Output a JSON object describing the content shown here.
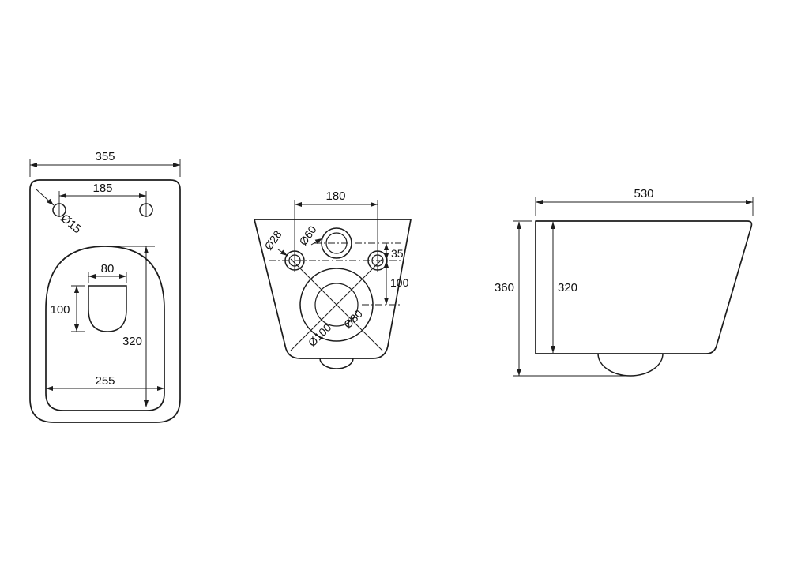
{
  "drawing": {
    "colors": {
      "background": "#ffffff",
      "line": "#1c1c1c",
      "text": "#111111"
    },
    "top_view": {
      "label_overall_width": "355",
      "label_hole_spacing": "185",
      "label_hole_diameter": "Ø15",
      "label_spot_width": "80",
      "label_spot_depth": "100",
      "label_bowl_length": "320",
      "label_bowl_width": "255"
    },
    "rear_view": {
      "label_fixing_span": "180",
      "label_left_inlet_diameter": "Ø28",
      "label_top_inlet_diameter": "Ø60",
      "label_offset_top": "35",
      "label_offset_mid": "100",
      "label_outlet_inner_diameter": "Ø80",
      "label_outlet_outer_diameter": "Ø100"
    },
    "side_view": {
      "label_overall_depth": "530",
      "label_overall_height": "360",
      "label_body_height": "320"
    }
  }
}
